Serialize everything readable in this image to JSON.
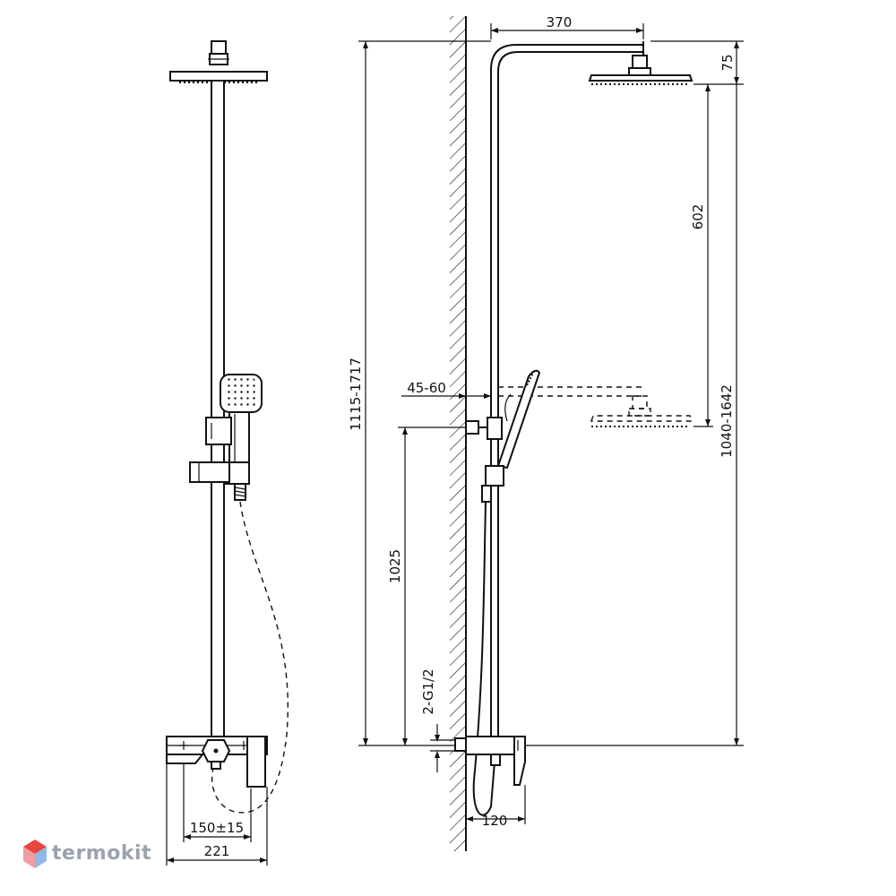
{
  "brand": {
    "name": "termokit",
    "colors": {
      "icon_top": "#e8453c",
      "icon_mid": "#f19ca0",
      "icon_side": "#8fb8e6",
      "text": "#9aa3ad"
    }
  },
  "dimensions": {
    "arm_length": "370",
    "head_height": "75",
    "head_drop": "602",
    "wall_gap": "45-60",
    "total_height": "1115-1717",
    "bar_height": "1040-1642",
    "bracket_height": "1025",
    "thread": "2-G1/2",
    "mixer_depth": "120",
    "inlet_spacing": "150±15",
    "mixer_width": "221"
  }
}
